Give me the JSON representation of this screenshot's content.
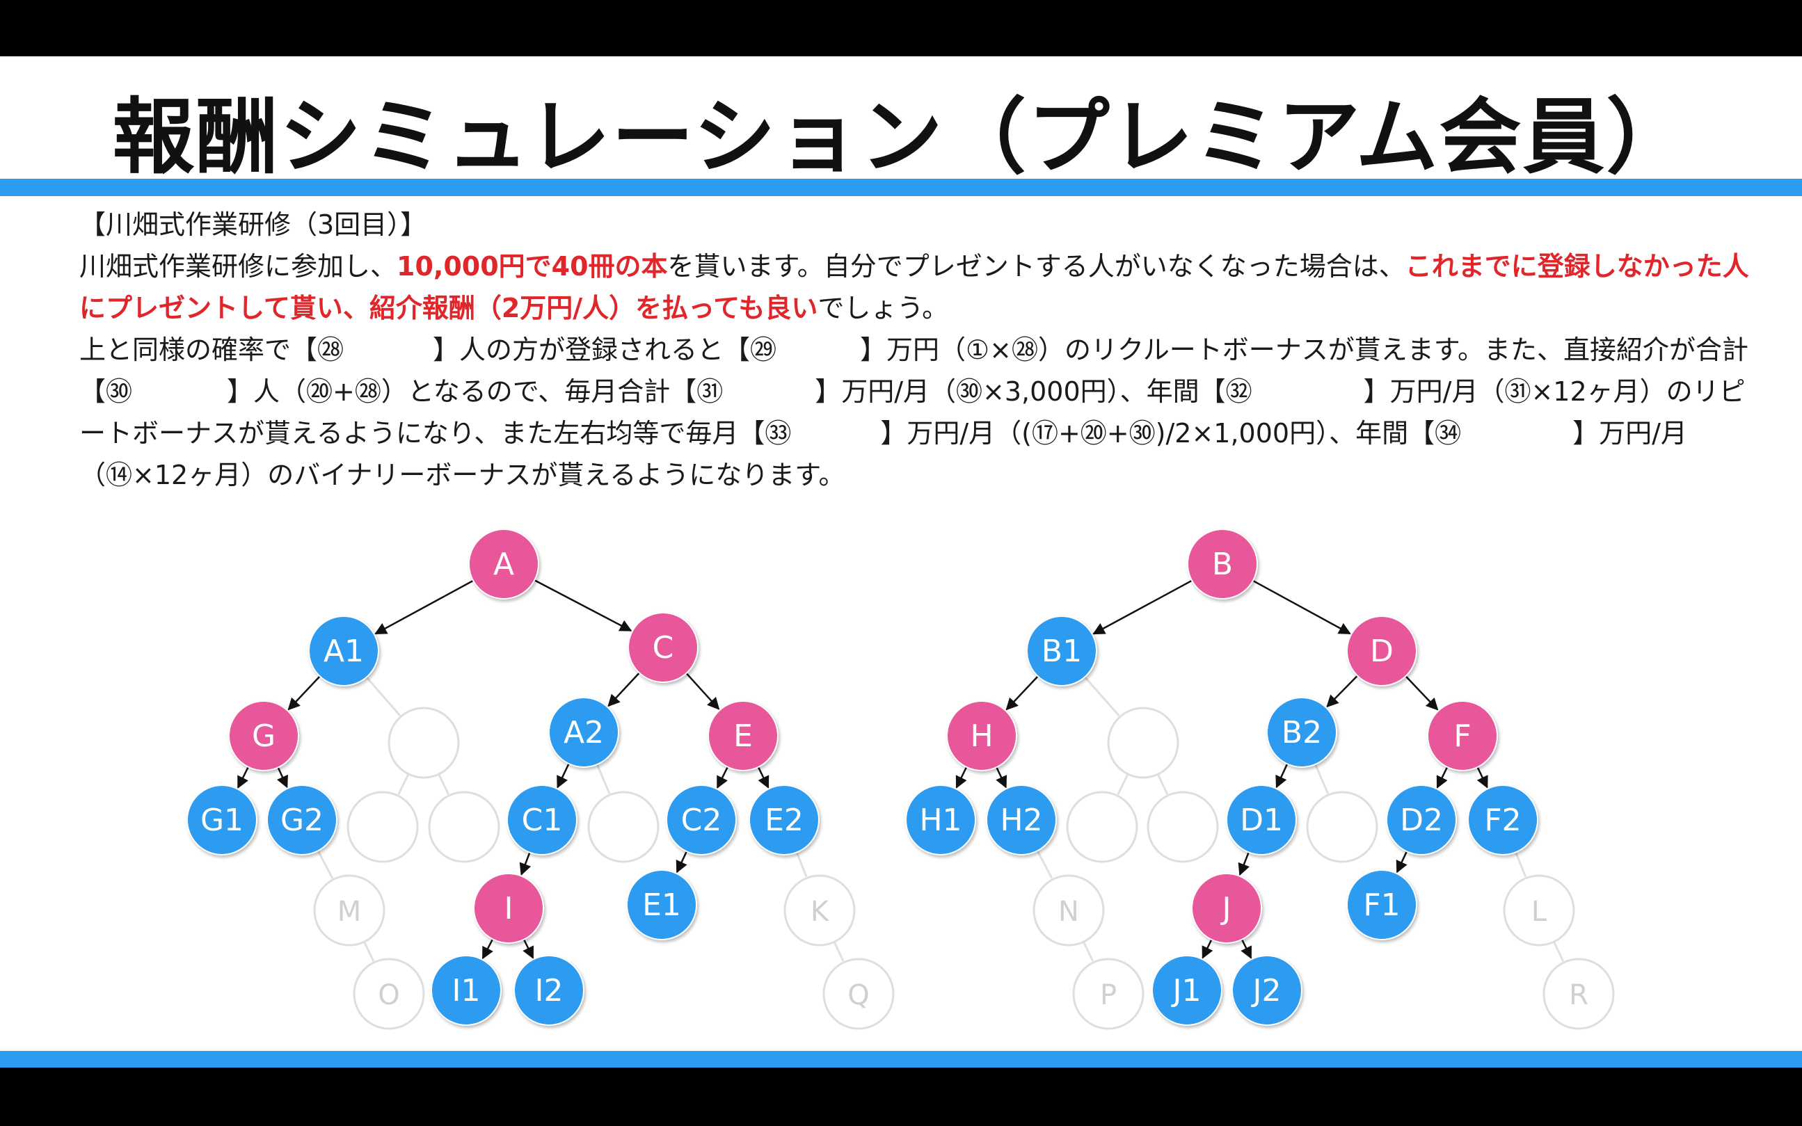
{
  "title": "報酬シミュレーション（プレミアム会員）",
  "heading": "【川畑式作業研修（3回目）】",
  "p1": {
    "a": "川畑式作業研修に参加し、",
    "b": "10,000円で40冊の本",
    "c": "を貰います。自分でプレゼントする人がいなくなった場合は、",
    "d": "これまでに登録しなかった人にプレゼントして貰い、紹介報酬（2万円/人）を払っても良い",
    "e": "でしょう。"
  },
  "p2": {
    "s1": "上と同様の確率で【㉘",
    "s2": "】人の方が登録されると【㉙",
    "s3": "】万円（①×㉘）のリクルートボーナスが貰えます。また、直接紹介が合計【㉚",
    "s4": "】人（⑳+㉘）となるので、毎月合計【㉛",
    "s5": "】万円/月（㉚×3,000円）、年間【㉜",
    "s6": "】万円/月（㉛×12ヶ月）のリピートボーナスが貰えるようになり、また左右均等で毎月【㉝",
    "s7": "】万円/月（(⑰+⑳+㉚)/2×1,000円）、年間【㉞",
    "s8": "】万円/月（⑭×12ヶ月）のバイナリーボーナスが貰えるようになります。"
  },
  "colors": {
    "pink": "#e8579a",
    "blue": "#2d9bf0",
    "ghost": "#dedede",
    "accent": "#e0262b"
  },
  "tree": {
    "nodes": [
      {
        "id": "A",
        "label": "A",
        "color": "pink"
      },
      {
        "id": "A1",
        "label": "A1",
        "color": "blue"
      },
      {
        "id": "C",
        "label": "C",
        "color": "pink"
      },
      {
        "id": "G",
        "label": "G",
        "color": "pink"
      },
      {
        "id": "LE1",
        "label": "",
        "color": "ghost"
      },
      {
        "id": "A2",
        "label": "A2",
        "color": "blue"
      },
      {
        "id": "E",
        "label": "E",
        "color": "pink"
      },
      {
        "id": "G1",
        "label": "G1",
        "color": "blue"
      },
      {
        "id": "G2",
        "label": "G2",
        "color": "blue"
      },
      {
        "id": "LE2",
        "label": "",
        "color": "ghost"
      },
      {
        "id": "LE3",
        "label": "",
        "color": "ghost"
      },
      {
        "id": "C1",
        "label": "C1",
        "color": "blue"
      },
      {
        "id": "LE4",
        "label": "",
        "color": "ghost"
      },
      {
        "id": "C2",
        "label": "C2",
        "color": "blue"
      },
      {
        "id": "E2",
        "label": "E2",
        "color": "blue"
      },
      {
        "id": "M",
        "label": "M",
        "color": "ghost"
      },
      {
        "id": "I",
        "label": "I",
        "color": "pink"
      },
      {
        "id": "E1",
        "label": "E1",
        "color": "blue"
      },
      {
        "id": "K",
        "label": "K",
        "color": "ghost"
      },
      {
        "id": "O",
        "label": "O",
        "color": "ghost"
      },
      {
        "id": "I1",
        "label": "I1",
        "color": "blue"
      },
      {
        "id": "I2",
        "label": "I2",
        "color": "blue"
      },
      {
        "id": "Q",
        "label": "Q",
        "color": "ghost"
      },
      {
        "id": "B",
        "label": "B",
        "color": "pink"
      },
      {
        "id": "B1",
        "label": "B1",
        "color": "blue"
      },
      {
        "id": "D",
        "label": "D",
        "color": "pink"
      },
      {
        "id": "H",
        "label": "H",
        "color": "pink"
      },
      {
        "id": "RE1",
        "label": "",
        "color": "ghost"
      },
      {
        "id": "B2",
        "label": "B2",
        "color": "blue"
      },
      {
        "id": "F",
        "label": "F",
        "color": "pink"
      },
      {
        "id": "H1",
        "label": "H1",
        "color": "blue"
      },
      {
        "id": "H2",
        "label": "H2",
        "color": "blue"
      },
      {
        "id": "RE2",
        "label": "",
        "color": "ghost"
      },
      {
        "id": "RE3",
        "label": "",
        "color": "ghost"
      },
      {
        "id": "D1",
        "label": "D1",
        "color": "blue"
      },
      {
        "id": "RE4",
        "label": "",
        "color": "ghost"
      },
      {
        "id": "D2",
        "label": "D2",
        "color": "blue"
      },
      {
        "id": "F2",
        "label": "F2",
        "color": "blue"
      },
      {
        "id": "N",
        "label": "N",
        "color": "ghost"
      },
      {
        "id": "J",
        "label": "J",
        "color": "pink"
      },
      {
        "id": "F1",
        "label": "F1",
        "color": "blue"
      },
      {
        "id": "L",
        "label": "L",
        "color": "ghost"
      },
      {
        "id": "P",
        "label": "P",
        "color": "ghost"
      },
      {
        "id": "J1",
        "label": "J1",
        "color": "blue"
      },
      {
        "id": "J2",
        "label": "J2",
        "color": "blue"
      },
      {
        "id": "R",
        "label": "R",
        "color": "ghost"
      }
    ],
    "edges": [
      [
        "A",
        "A1",
        true
      ],
      [
        "A",
        "C",
        true
      ],
      [
        "A1",
        "G",
        true
      ],
      [
        "A1",
        "LE1",
        false
      ],
      [
        "C",
        "A2",
        true
      ],
      [
        "C",
        "E",
        true
      ],
      [
        "G",
        "G1",
        true
      ],
      [
        "G",
        "G2",
        true
      ],
      [
        "LE1",
        "LE2",
        false
      ],
      [
        "LE1",
        "LE3",
        false
      ],
      [
        "A2",
        "C1",
        true
      ],
      [
        "A2",
        "LE4",
        false
      ],
      [
        "E",
        "C2",
        true
      ],
      [
        "E",
        "E2",
        true
      ],
      [
        "G2",
        "M",
        false
      ],
      [
        "C1",
        "I",
        true
      ],
      [
        "C2",
        "E1",
        true
      ],
      [
        "E2",
        "K",
        false
      ],
      [
        "M",
        "O",
        false
      ],
      [
        "I",
        "I1",
        true
      ],
      [
        "I",
        "I2",
        true
      ],
      [
        "K",
        "Q",
        false
      ],
      [
        "B",
        "B1",
        true
      ],
      [
        "B",
        "D",
        true
      ],
      [
        "B1",
        "H",
        true
      ],
      [
        "B1",
        "RE1",
        false
      ],
      [
        "D",
        "B2",
        true
      ],
      [
        "D",
        "F",
        true
      ],
      [
        "H",
        "H1",
        true
      ],
      [
        "H",
        "H2",
        true
      ],
      [
        "RE1",
        "RE2",
        false
      ],
      [
        "RE1",
        "RE3",
        false
      ],
      [
        "B2",
        "D1",
        true
      ],
      [
        "B2",
        "RE4",
        false
      ],
      [
        "F",
        "D2",
        true
      ],
      [
        "F",
        "F2",
        true
      ],
      [
        "H2",
        "N",
        false
      ],
      [
        "D1",
        "J",
        true
      ],
      [
        "D2",
        "F1",
        true
      ],
      [
        "F2",
        "L",
        false
      ],
      [
        "N",
        "P",
        false
      ],
      [
        "J",
        "J1",
        true
      ],
      [
        "J",
        "J2",
        true
      ],
      [
        "L",
        "R",
        false
      ]
    ]
  }
}
